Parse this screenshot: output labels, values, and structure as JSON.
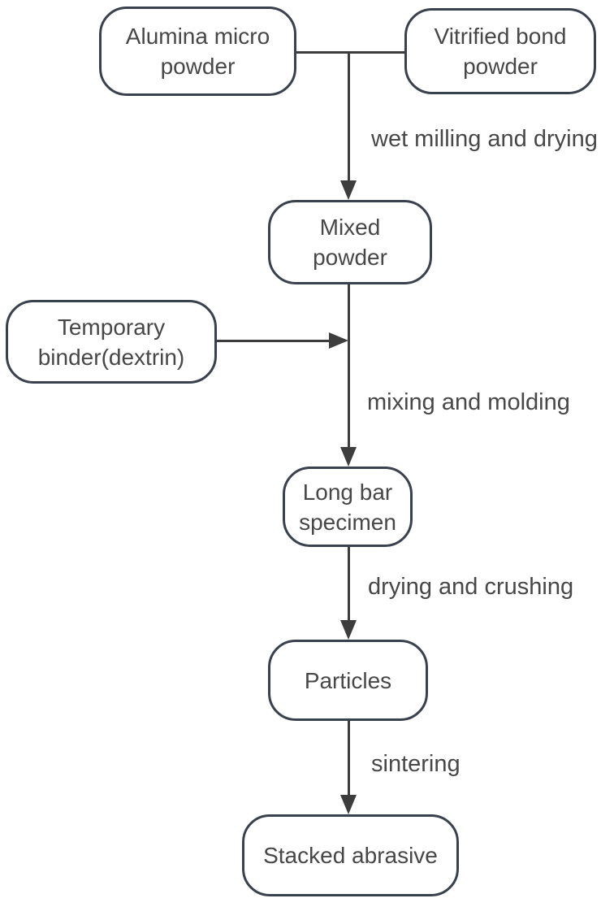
{
  "palette": {
    "background": "#ffffff",
    "node_border": "#3a414e",
    "node_fill": "#ffffff",
    "line": "#3d3d3d",
    "text": "#474747"
  },
  "nodes": {
    "alumina": {
      "label": "Alumina micro\npowder"
    },
    "vitrified": {
      "label": "Vitrified bond\npowder"
    },
    "mixed": {
      "label": "Mixed\npowder"
    },
    "temporary_binder": {
      "label": "Temporary\nbinder(dextrin)"
    },
    "long_bar": {
      "label": "Long bar\nspecimen"
    },
    "particles": {
      "label": "Particles"
    },
    "stacked_abrasive": {
      "label": "Stacked abrasive"
    }
  },
  "edges": {
    "wet_milling": {
      "label": "wet milling and drying"
    },
    "mixing_molding": {
      "label": "mixing and molding"
    },
    "drying_crushing": {
      "label": "drying and crushing"
    },
    "sintering": {
      "label": "sintering"
    }
  }
}
